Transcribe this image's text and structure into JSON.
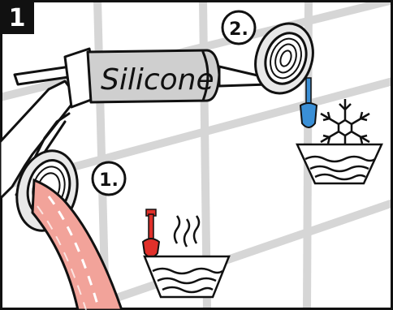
{
  "step_badge": {
    "label": "1"
  },
  "callouts": [
    {
      "id": "inlet",
      "label": "1."
    },
    {
      "id": "outlet",
      "label": "2."
    }
  ],
  "tube": {
    "label": "Silicone"
  },
  "icons": {
    "cold": [
      "blue-thermometer-icon",
      "snowflake-icon",
      "water-basin-icon"
    ],
    "hot": [
      "red-thermometer-icon",
      "steam-icon",
      "water-basin-icon"
    ]
  },
  "colors": {
    "tile_line": "#d6d6d6",
    "hose_fill": "#f2a39a",
    "cold_accent": "#3a8fd6",
    "hot_accent": "#e0302a",
    "badge_bg": "#111111",
    "ink": "#111111"
  }
}
